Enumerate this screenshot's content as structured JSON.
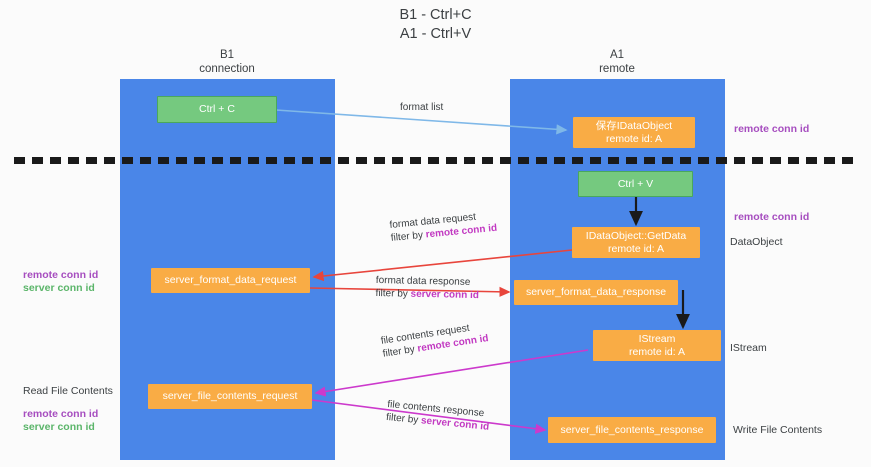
{
  "diagram": {
    "title_line1": "B1 - Ctrl+C",
    "title_line2": "A1 - Ctrl+V",
    "columns": [
      {
        "name": "B1",
        "role": "connection"
      },
      {
        "name": "A1",
        "role": "remote"
      }
    ],
    "colors": {
      "lane": "#4a86e8",
      "node_green": "#75c97f",
      "node_orange": "#f9ac45",
      "remote_conn_id": "#a64dbf",
      "server_conn_id": "#5bb56a",
      "edge_format_list": "#7fb8e8",
      "edge_format_request": "#e8453c",
      "edge_file_contents": "#cc39cc",
      "edge_internal": "#1a1a1a",
      "separator": "#1a1a1a",
      "background": "#fbfbfb"
    },
    "nodes": [
      {
        "id": "ctrl-c",
        "line1": "Ctrl + C",
        "line2": ""
      },
      {
        "id": "save-idataobject",
        "line1": "保存IDataObject",
        "line2": "remote id: A"
      },
      {
        "id": "ctrl-v",
        "line1": "Ctrl + V",
        "line2": ""
      },
      {
        "id": "idataobject-getdata",
        "line1": "IDataObject::GetData",
        "line2": "remote id: A"
      },
      {
        "id": "server-format-data-request",
        "line1": "server_format_data_request",
        "line2": ""
      },
      {
        "id": "server-format-data-response",
        "line1": "server_format_data_response",
        "line2": ""
      },
      {
        "id": "istream",
        "line1": "IStream",
        "line2": "remote id: A"
      },
      {
        "id": "server-file-contents-request",
        "line1": "server_file_contents_request",
        "line2": ""
      },
      {
        "id": "server-file-contents-response",
        "line1": "server_file_contents_response",
        "line2": ""
      }
    ],
    "edge_labels": [
      {
        "id": "format-list",
        "line1": "format list",
        "line2_prefix": "",
        "line2_key": ""
      },
      {
        "id": "format-data-request",
        "line1": "format data request",
        "line2_prefix": "filter by ",
        "line2_key": "remote conn id"
      },
      {
        "id": "format-data-response",
        "line1": "format data response",
        "line2_prefix": "filter by ",
        "line2_key": "server conn id"
      },
      {
        "id": "file-contents-request",
        "line1": "file contents request",
        "line2_prefix": "filter by ",
        "line2_key": "remote conn id"
      },
      {
        "id": "file-contents-response",
        "line1": "file contents response",
        "line2_prefix": "filter by ",
        "line2_key": "server conn id"
      }
    ],
    "annotations": {
      "right_remote_conn_id_top": "remote conn id",
      "right_remote_conn_id_mid": "remote conn id",
      "right_dataobject": "DataObject",
      "right_istream": "IStream",
      "right_write_file_contents": "Write File Contents",
      "left_remote_conn_id_mid": "remote conn id",
      "left_server_conn_id_mid": "server conn id",
      "left_read_file_contents": "Read File Contents",
      "left_remote_conn_id_bottom": "remote conn id",
      "left_server_conn_id_bottom": "server conn id"
    }
  }
}
